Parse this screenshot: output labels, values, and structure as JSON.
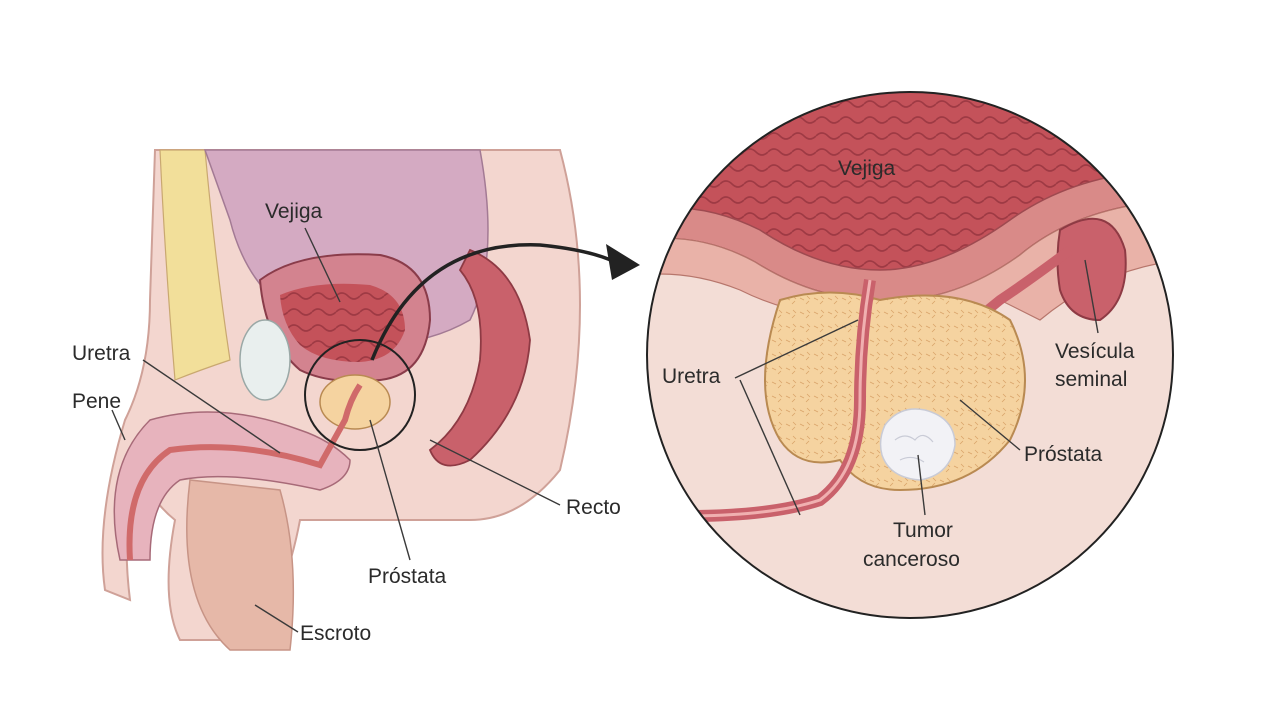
{
  "labels": {
    "left": {
      "vejiga": "Vejiga",
      "uretra": "Uretra",
      "pene": "Pene",
      "prostata": "Próstata",
      "escroto": "Escroto",
      "recto": "Recto"
    },
    "right": {
      "vejiga": "Vejiga",
      "uretra": "Uretra",
      "vesicula_line1": "Vesícula",
      "vesicula_line2": "seminal",
      "prostata": "Próstata",
      "tumor_line1": "Tumor",
      "tumor_line2": "canceroso"
    }
  },
  "colors": {
    "skin": "#f3d6cf",
    "skin_dark": "#e4b2a8",
    "bladder": "#c98aa6",
    "bladder_inner": "#c4525a",
    "muscle": "#d47a7a",
    "prostate": "#f5d3a0",
    "fat": "#f2df9a",
    "urethra": "#d06a6a",
    "tumor": "#f2f2f6",
    "outline": "#2a2a2a"
  }
}
